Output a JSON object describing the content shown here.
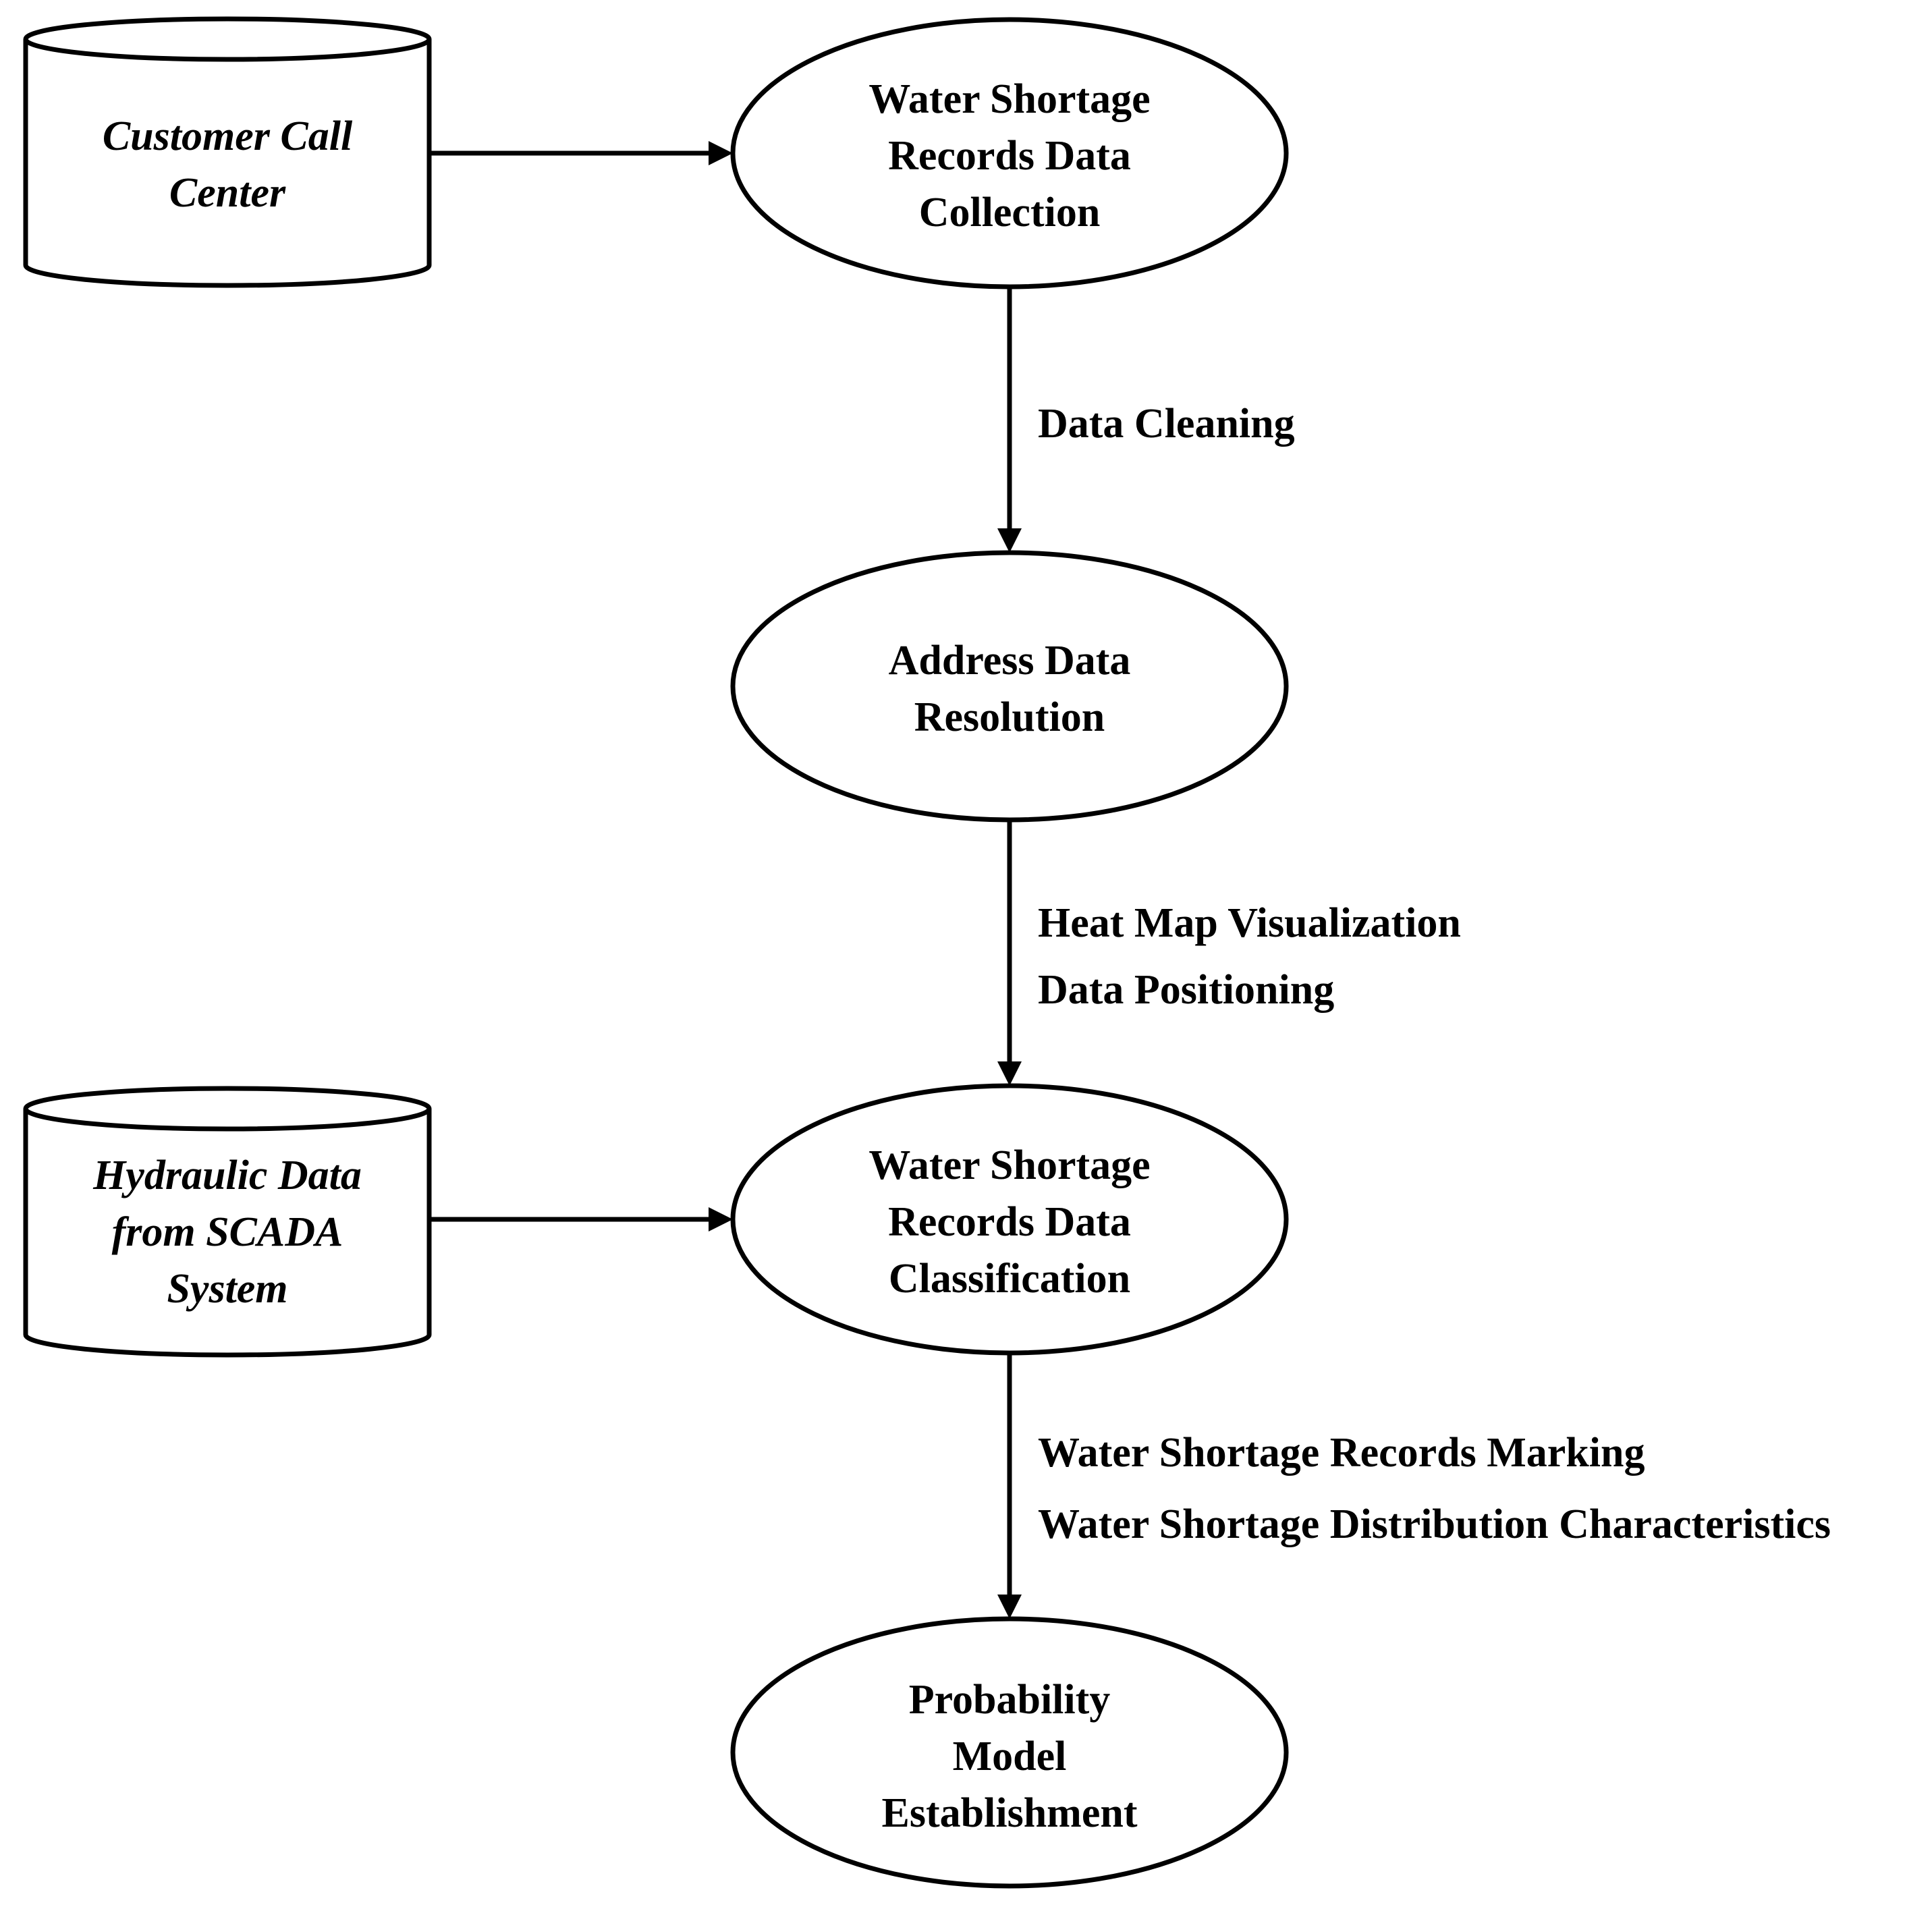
{
  "stores": {
    "call_center": {
      "lines": [
        "Customer Call",
        "Center"
      ]
    },
    "scada": {
      "lines": [
        "Hydraulic Data",
        "from SCADA",
        "System"
      ]
    }
  },
  "processes": {
    "collection": {
      "lines": [
        "Water Shortage",
        "Records Data",
        "Collection"
      ]
    },
    "resolution": {
      "lines": [
        "Address Data",
        "Resolution"
      ]
    },
    "classification": {
      "lines": [
        "Water Shortage",
        "Records Data",
        "Classification"
      ]
    },
    "probability": {
      "lines": [
        "Probability",
        "Model",
        "Establishment"
      ]
    }
  },
  "edges": {
    "cleaning": {
      "lines": [
        "Data Cleaning"
      ]
    },
    "positioning": {
      "lines": [
        "Heat Map Visualization",
        "Data Positioning"
      ]
    },
    "marking": {
      "lines": [
        "Water Shortage Records Marking",
        "Water Shortage Distribution Characteristics"
      ]
    }
  }
}
